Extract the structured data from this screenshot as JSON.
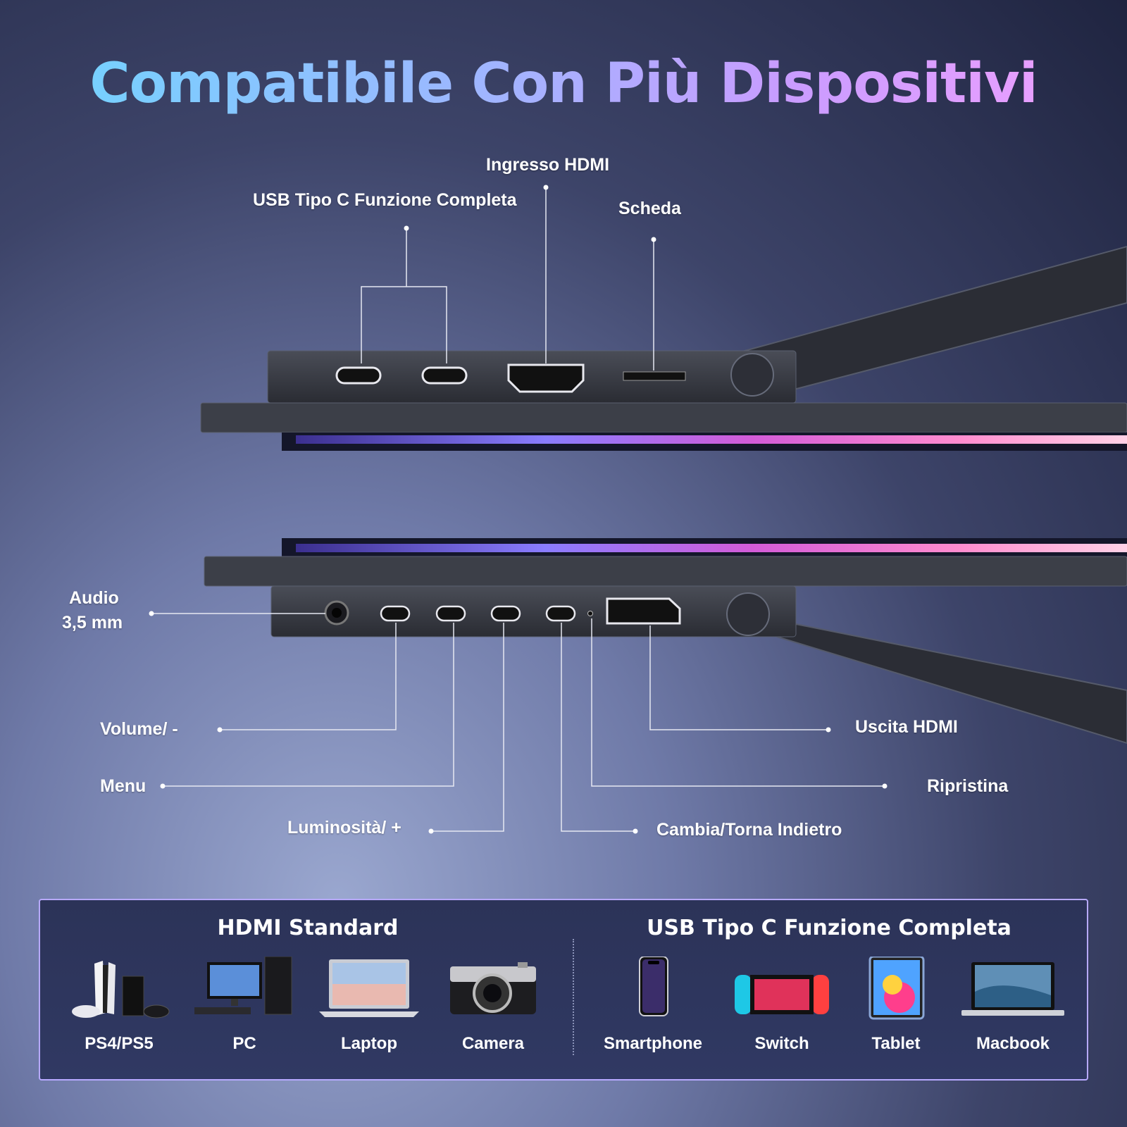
{
  "title": "Compatibile Con Più Dispositivi",
  "labels": {
    "usb_c": "USB Tipo C Funzione Completa",
    "hdmi_in": "Ingresso HDMI",
    "card": "Scheda",
    "audio_line1": "Audio",
    "audio_line2": "3,5 mm",
    "volume": "Volume/ -",
    "menu": "Menu",
    "brightness": "Luminosità/ +",
    "switch_back": "Cambia/Torna Indietro",
    "reset": "Ripristina",
    "hdmi_out": "Uscita HDMI"
  },
  "panel": {
    "hdmi_title": "HDMI Standard",
    "usbc_title": "USB Tipo C Funzione Completa",
    "hdmi_devices": [
      {
        "name": "PS4/PS5",
        "icon": "console-icon"
      },
      {
        "name": "PC",
        "icon": "desktop-pc-icon"
      },
      {
        "name": "Laptop",
        "icon": "laptop-icon"
      },
      {
        "name": "Camera",
        "icon": "camera-icon"
      }
    ],
    "usbc_devices": [
      {
        "name": "Smartphone",
        "icon": "smartphone-icon"
      },
      {
        "name": "Switch",
        "icon": "switch-console-icon"
      },
      {
        "name": "Tablet",
        "icon": "tablet-icon"
      },
      {
        "name": "Macbook",
        "icon": "macbook-icon"
      }
    ]
  },
  "colors": {
    "accent_border": "#b7a9ff",
    "title_gradient_start": "#6ed6ff",
    "title_gradient_end": "#f2a0ff"
  }
}
